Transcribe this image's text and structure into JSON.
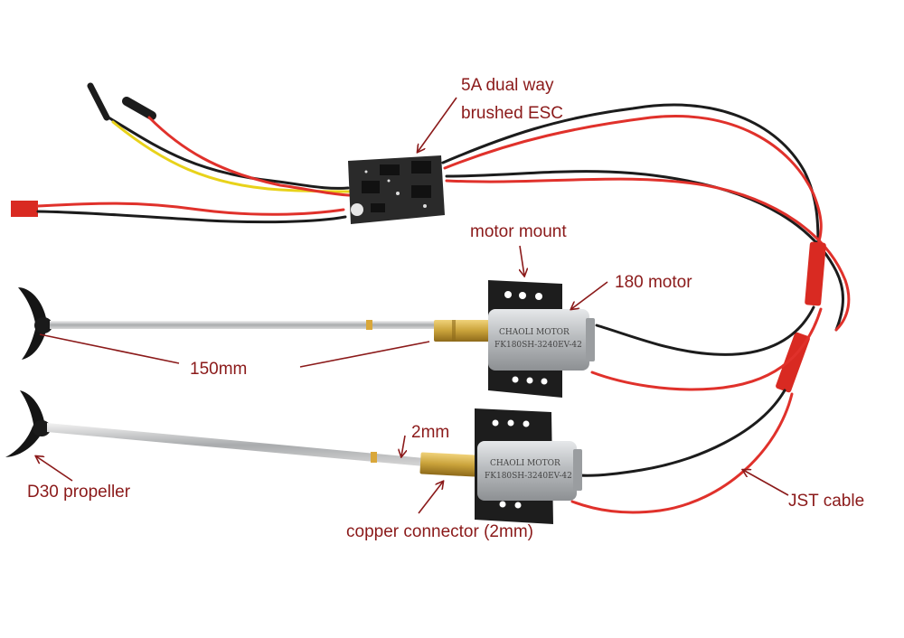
{
  "labels": {
    "esc_line1": "5A dual way",
    "esc_line2": "brushed ESC",
    "motor_mount": "motor mount",
    "motor_180": "180 motor",
    "shaft_length": "150mm",
    "shaft_diameter": "2mm",
    "propeller": "D30 propeller",
    "copper_connector": "copper connector (2mm)",
    "jst_cable": "JST cable"
  },
  "motor_print": {
    "top_line": "CHAOLI MOTOR",
    "bottom_line": "FK180SH-3240EV-42"
  },
  "colors": {
    "label_text": "#8b1a1a",
    "arrow": "#8b1a1a",
    "wire_red": "#e0312b",
    "wire_black": "#1c1c1c",
    "wire_yellow": "#e8d21a",
    "brass": "#c9a23a",
    "motor_can": "#b9bcbf",
    "mount_plastic": "#1d1d1d",
    "pcb": "#2a2a2a"
  }
}
